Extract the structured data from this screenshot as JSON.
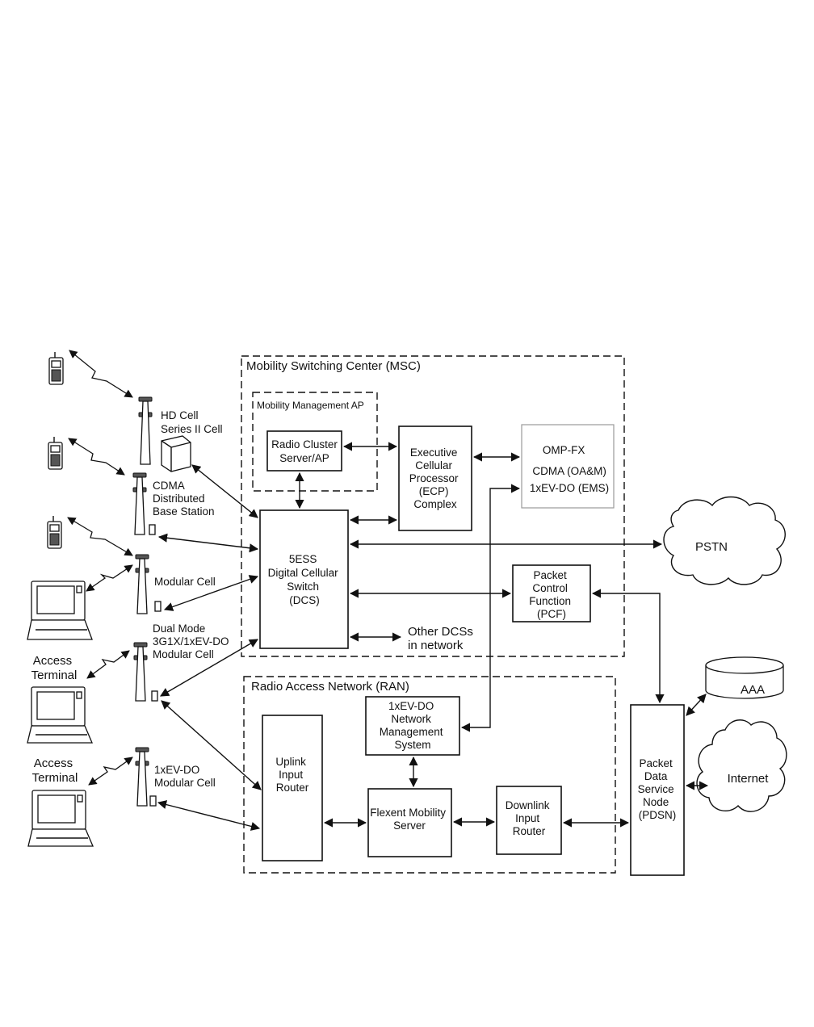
{
  "regions": {
    "msc": "Mobility Switching Center (MSC)",
    "mm_ap": "Mobility Management AP",
    "ran": "Radio Access Network (RAN)"
  },
  "boxes": {
    "radio_cluster": [
      "Radio Cluster",
      "Server/AP"
    ],
    "ecp": [
      "Executive",
      "Cellular",
      "Processor",
      "(ECP)",
      "Complex"
    ],
    "omp_fx": [
      "OMP-FX",
      "CDMA (OA&M)",
      "1xEV-DO (EMS)"
    ],
    "dcs": [
      "5ESS",
      "Digital Cellular",
      "Switch",
      "(DCS)"
    ],
    "pcf": [
      "Packet",
      "Control",
      "Function",
      "(PCF)"
    ],
    "other_dcs": [
      "Other DCSs",
      "in network"
    ],
    "nms": [
      "1xEV-DO",
      "Network",
      "Management",
      "System"
    ],
    "uplink": [
      "Uplink",
      "Input",
      "Router"
    ],
    "fms": [
      "Flexent Mobility",
      "Server"
    ],
    "downlink": [
      "Downlink",
      "Input",
      "Router"
    ],
    "pdsn": [
      "Packet",
      "Data",
      "Service",
      "Node",
      "(PDSN)"
    ]
  },
  "clouds": {
    "pstn": "PSTN",
    "internet": "Internet"
  },
  "aaa": "AAA",
  "cells": {
    "hd": [
      "HD Cell",
      "Series II Cell"
    ],
    "cdma": [
      "CDMA",
      "Distributed",
      "Base Station"
    ],
    "modular": [
      "Modular Cell"
    ],
    "dual": [
      "Dual Mode",
      "3G1X/1xEV-DO",
      "Modular Cell"
    ],
    "evdo": [
      "1xEV-DO",
      "Modular Cell"
    ]
  },
  "terminals": {
    "at1": [
      "Access",
      "Terminal"
    ],
    "at2": [
      "Access",
      "Terminal"
    ]
  }
}
